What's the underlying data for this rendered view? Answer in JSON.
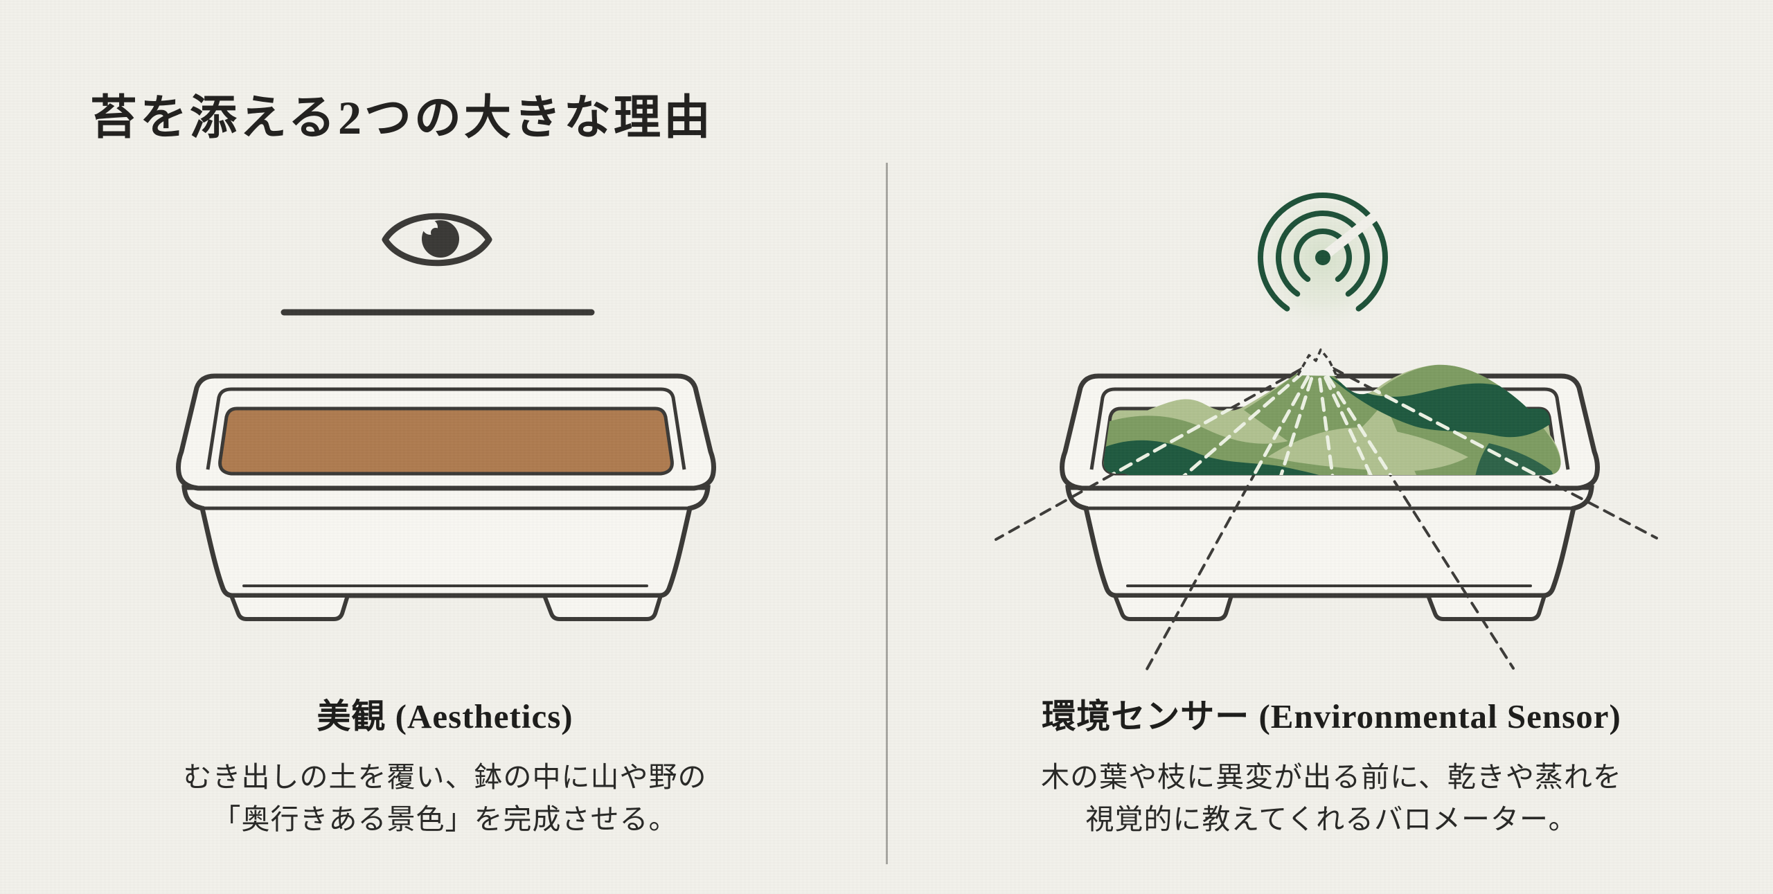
{
  "title": "苔を添える2つの大きな理由",
  "colors": {
    "background": "#f2f1eb",
    "ink_outline": "#3a3936",
    "text": "#272725",
    "divider": "#9b9a95",
    "pot_fill": "#f8f7f2",
    "soil_brown": "#ae7b50",
    "signal_green": "#1d5138",
    "white_dash": "#edf2e4",
    "moss_light_sage": "#b0c190",
    "moss_mid_green": "#7d9c62",
    "moss_dark_green": "#1f5a40"
  },
  "panels": {
    "left": {
      "icon": "eye-icon",
      "heading": "美観 (Aesthetics)",
      "description_lines": [
        "むき出しの土を覆い、鉢の中に山や野の",
        "「奥行きある景色」を完成させる。"
      ],
      "illustration": "bonsai pot with bare brown soil, eye icon above an underline"
    },
    "right": {
      "icon": "radar-signal-icon",
      "heading": "環境センサー (Environmental Sensor)",
      "description_lines": [
        "木の葉や枝に異変が出る前に、乾きや蒸れを",
        "視覚的に教えてくれるバロメーター。"
      ],
      "illustration": "bonsai pot filled with green moss hills, dashed sensor rays radiating from summit, radar signal icon above"
    }
  }
}
